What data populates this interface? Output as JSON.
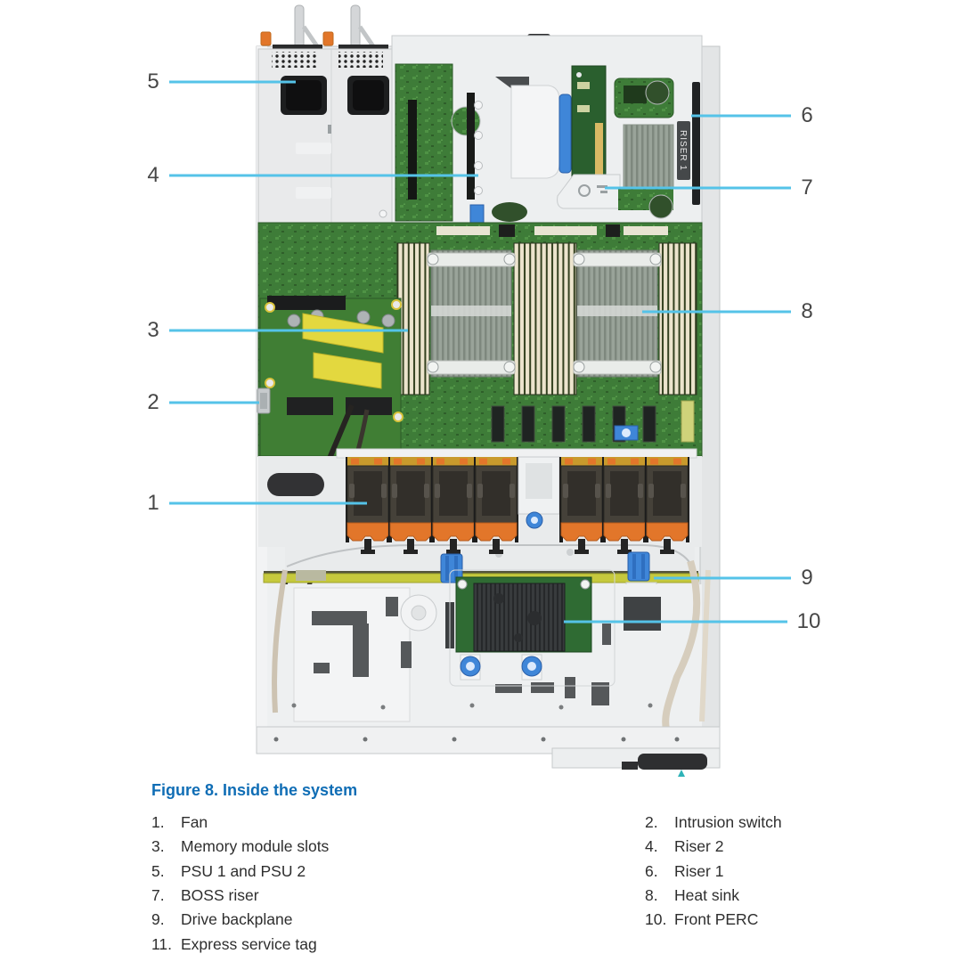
{
  "figure": {
    "caption": "Figure 8. Inside the system",
    "riser1_badge": "RISER 1"
  },
  "callouts": {
    "c1": "1",
    "c2": "2",
    "c3": "3",
    "c4": "4",
    "c5": "5",
    "c6": "6",
    "c7": "7",
    "c8": "8",
    "c9": "9",
    "c10": "10"
  },
  "legend": {
    "left": [
      {
        "num": "1.",
        "label": "Fan"
      },
      {
        "num": "3.",
        "label": "Memory module slots"
      },
      {
        "num": "5.",
        "label": "PSU 1 and PSU 2"
      },
      {
        "num": "7.",
        "label": "BOSS riser"
      },
      {
        "num": "9.",
        "label": "Drive backplane"
      },
      {
        "num": "11.",
        "label": "Express service tag"
      }
    ],
    "right": [
      {
        "num": "2.",
        "label": "Intrusion switch"
      },
      {
        "num": "4.",
        "label": "Riser 2"
      },
      {
        "num": "6.",
        "label": "Riser 1"
      },
      {
        "num": "8.",
        "label": "Heat sink"
      },
      {
        "num": "10.",
        "label": "Front PERC"
      }
    ]
  },
  "colors": {
    "leader_line": "#55c3e8",
    "caption_blue": "#0f6db5",
    "fan_orange": "#e2762a",
    "board_green": "#3e7c38",
    "backplane_yellow": "#c6c93d",
    "accent_blue": "#3f86d8",
    "service_teal": "#2fb3b8",
    "legend_text": "#2e2e2e",
    "callout_text": "#474747"
  }
}
